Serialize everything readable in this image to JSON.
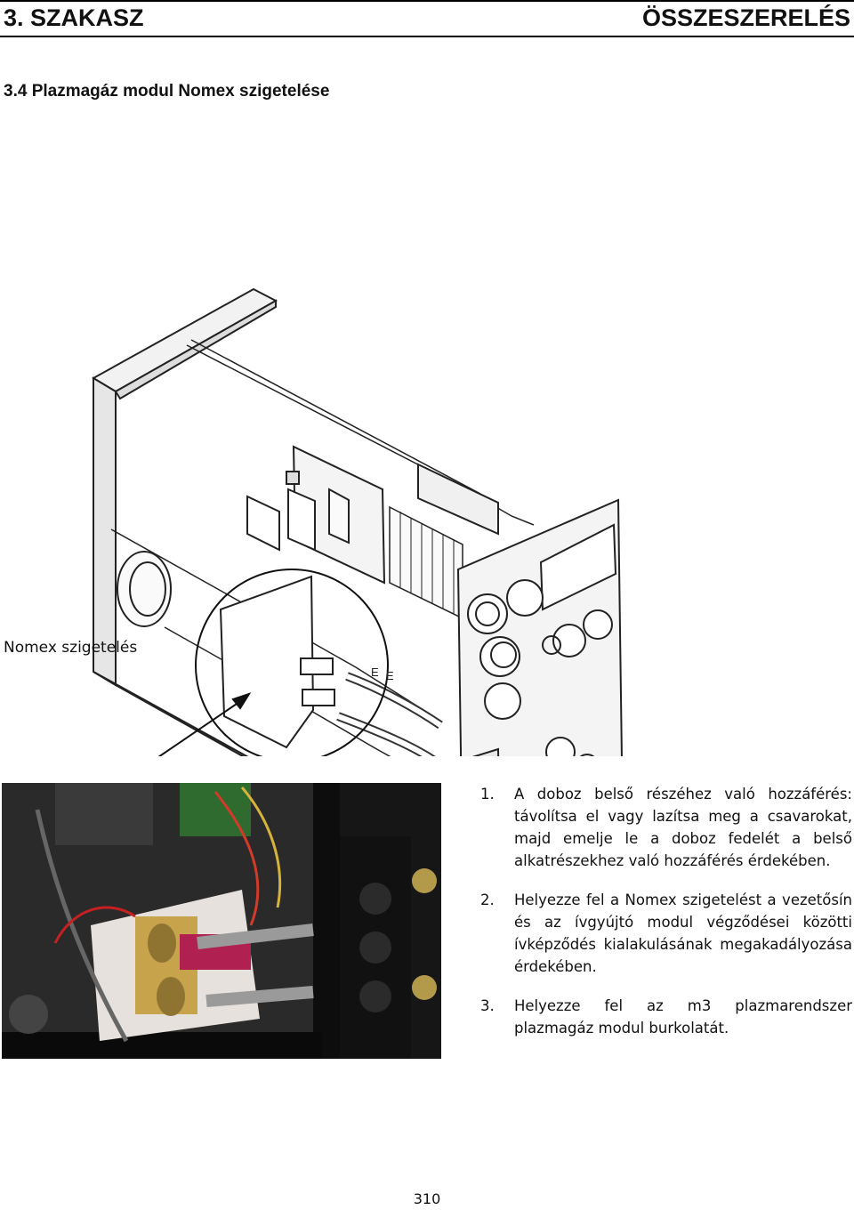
{
  "header": {
    "section": "3. SZAKASZ",
    "chapter": "ÖSSZESZERELÉS"
  },
  "subsection": "3.4  Plazmagáz modul Nomex szigetelése",
  "diagram": {
    "callout": "Nomex szigetelés",
    "labels": [
      "E",
      "E"
    ]
  },
  "steps": [
    {
      "num": "1.",
      "text": "A doboz belső részéhez való hozzáférés: távolítsa el vagy lazítsa meg a csavarokat, majd emelje le a doboz fedelét a belső alkatrészekhez való hozzáférés érdekében."
    },
    {
      "num": "2.",
      "text": "Helyezze fel a Nomex szigetelést a vezetősín és az ívgyújtó modul végződései közötti ívképződés kialakulásának megakadályozása érdekében."
    },
    {
      "num": "3.",
      "text": "Helyezze fel az m3 plazmarendszer plazmagáz modul burkolatát."
    }
  ],
  "page_number": "310"
}
